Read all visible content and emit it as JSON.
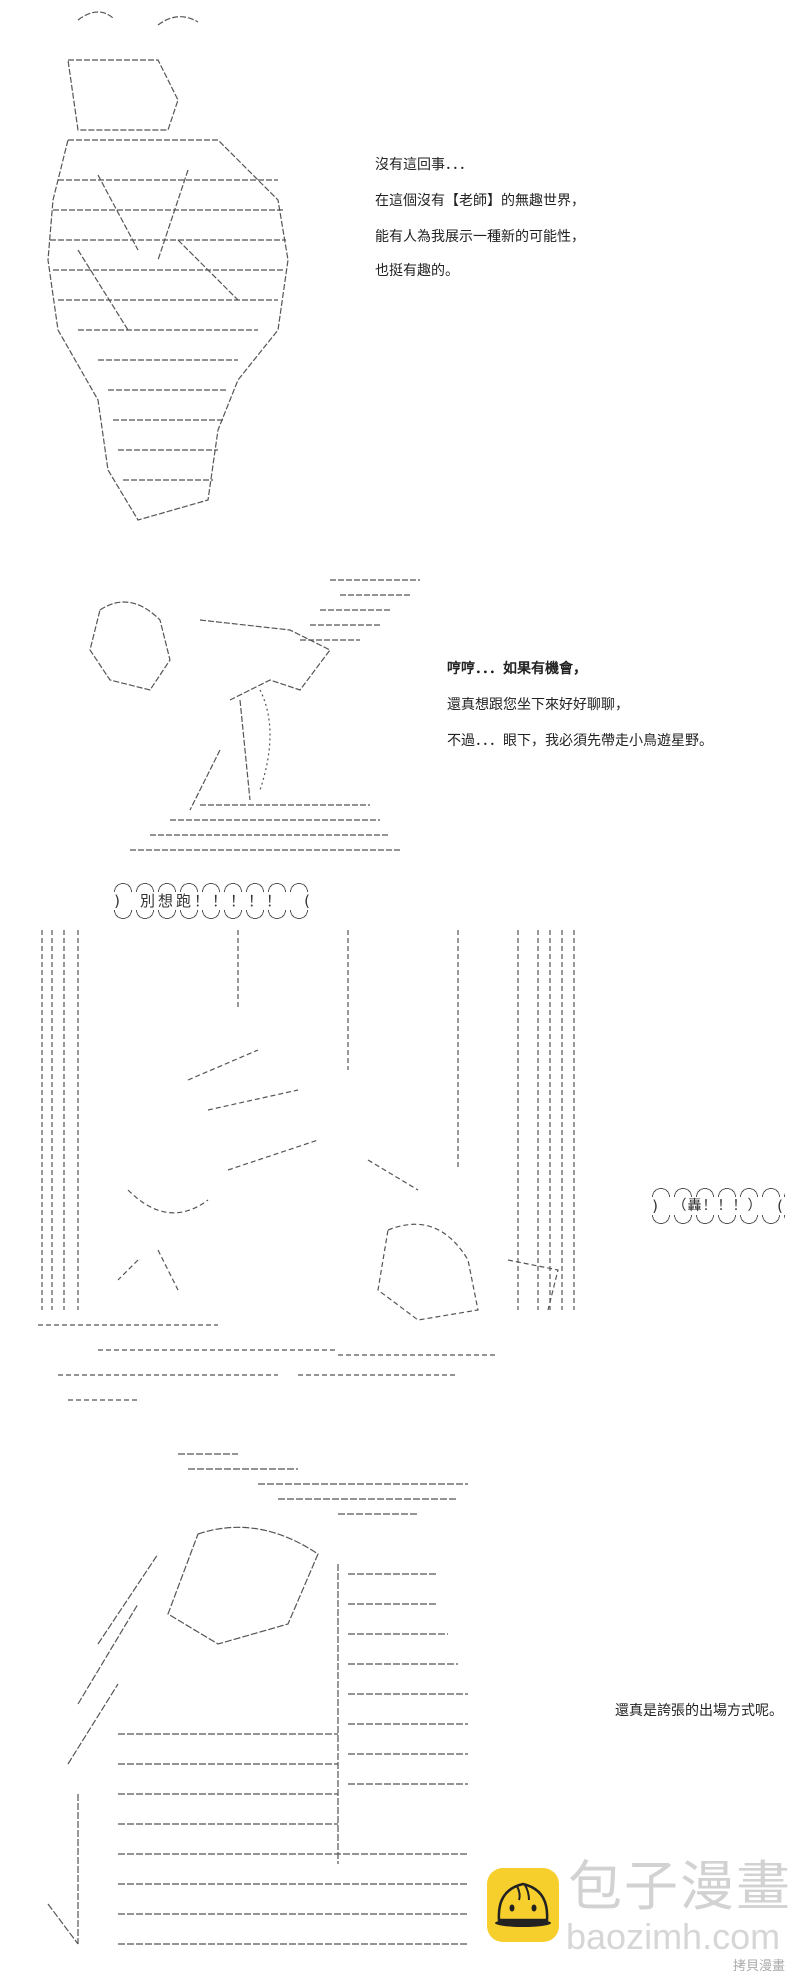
{
  "panel1": {
    "lines": [
      "沒有這回事．．．",
      "在這個沒有【老師】的無趣世界，",
      "能有人為我展示一種新的可能性，",
      "也挺有趣的。"
    ]
  },
  "panel2": {
    "lines": [
      "哼哼．．．如果有機會，",
      "還真想跟您坐下來好好聊聊，",
      "不過．．．眼下，我必須先帶走小鳥遊星野。"
    ]
  },
  "bubble1": {
    "text": "別想跑！！！！！"
  },
  "bubble2": {
    "text": "（轟！！！）"
  },
  "panel4": {
    "lines": [
      "還真是誇張的出場方式呢。"
    ]
  },
  "watermark": {
    "title": "包子漫畫",
    "url": "baozimh.com",
    "sub": "拷貝漫畫",
    "logo_color": "#f7cf2d"
  }
}
